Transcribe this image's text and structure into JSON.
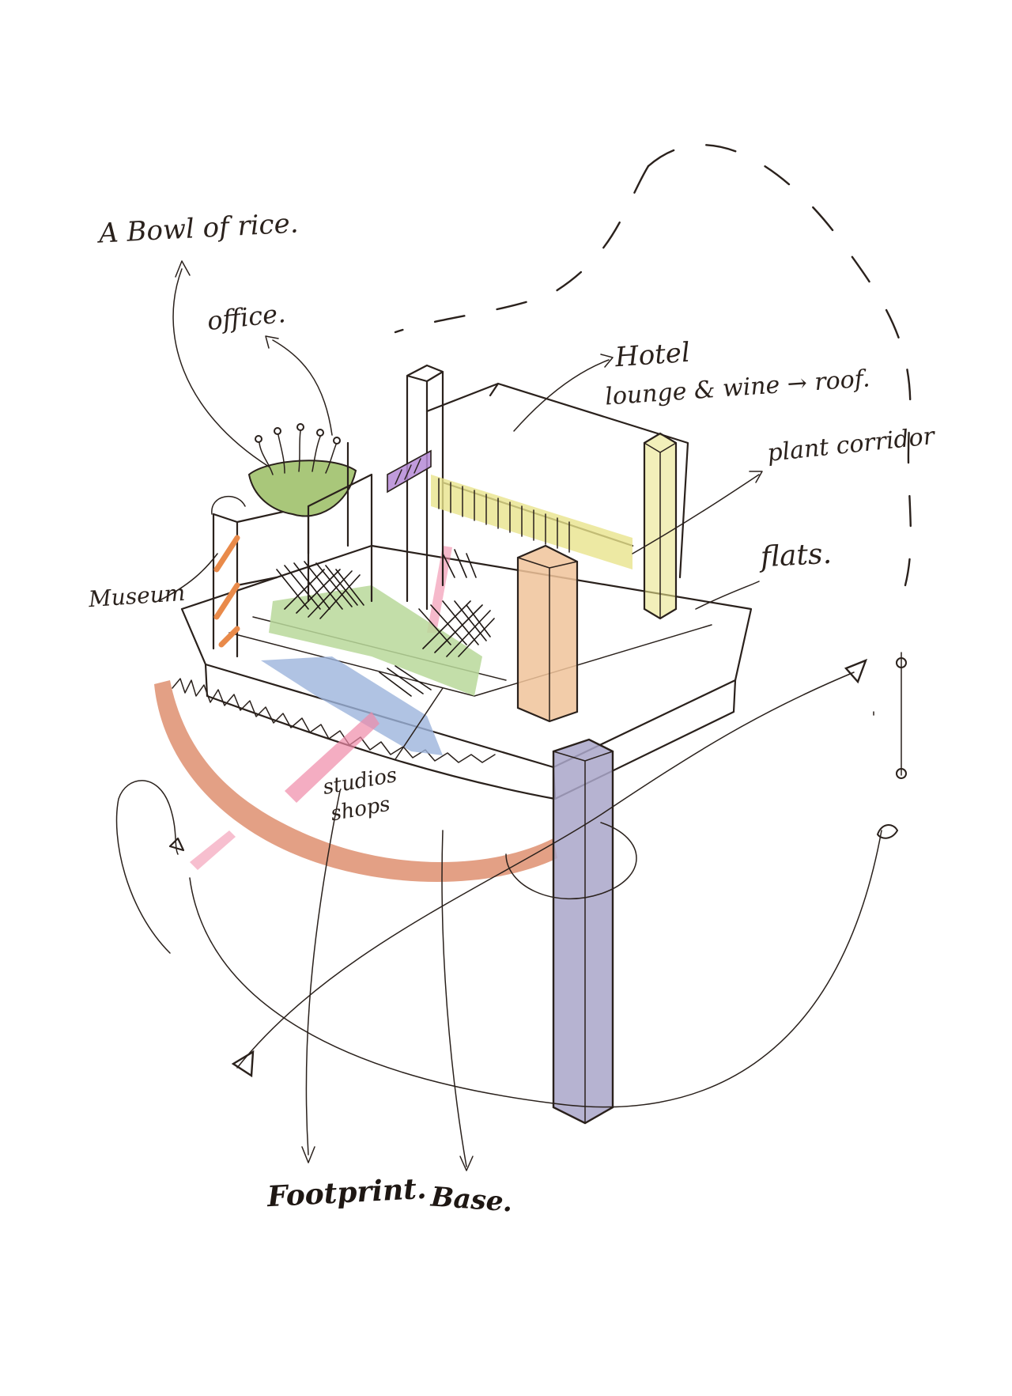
{
  "labels": {
    "bowl_of_rice": "A Bowl of rice.",
    "office": "office.",
    "hotel": "Hotel",
    "lounge": "lounge & wine → roof.",
    "plant_corridor": "plant corridor",
    "flats": "flats.",
    "museum": "Museum",
    "studios": "studios",
    "shops": "shops",
    "footprint": "Footprint.",
    "base": "Base."
  },
  "colors": {
    "ink": "#2a211c",
    "bowl_green": "#a9c77a",
    "garden_green": "#b9d89a",
    "hotel_yellow": "#e9e48c",
    "tower_orange": "#f0c39a",
    "ring_terracotta": "#d9805c",
    "tower_blue": "#a9a6c9",
    "water_blue": "#9cb4dc",
    "accent_pink": "#f08aa8",
    "accent_purple": "#b58ad6"
  }
}
